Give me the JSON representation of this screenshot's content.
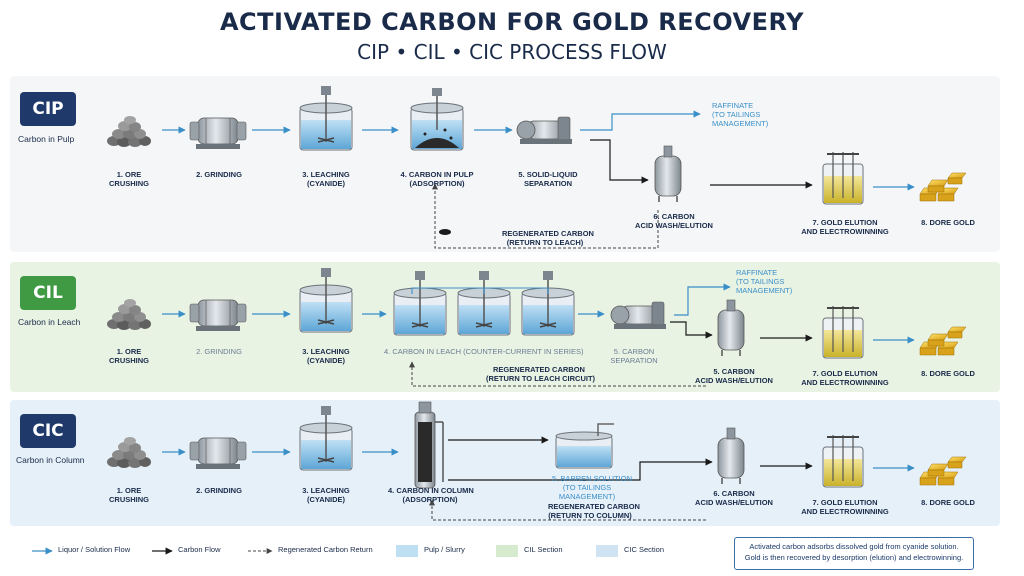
{
  "title": "ACTIVATED CARBON FOR GOLD RECOVERY",
  "subtitle": "CIP • CIL • CIC PROCESS FLOW",
  "colors": {
    "cip_panel": "#f4f6f8",
    "cil_panel": "#e9f3e4",
    "cic_panel": "#e6f0f9",
    "cip_badge": "#1f3a6a",
    "cil_badge": "#3f9a43",
    "cic_badge": "#1f3a6a",
    "liquor": "#3a8fc8",
    "carbon": "#1a1a1a",
    "regen": "#444444"
  },
  "sections": {
    "cip": {
      "badge": "CIP",
      "name": "Carbon in Pulp",
      "steps": [
        {
          "line1": "1. ORE",
          "line2": "CRUSHING"
        },
        {
          "line1": "2. GRINDING",
          "line2": ""
        },
        {
          "line1": "3. LEACHING",
          "line2": "(CYANIDE)"
        },
        {
          "line1": "4. CARBON IN PULP",
          "line2": "(ADSORPTION)"
        },
        {
          "line1": "5. SOLID-LIQUID",
          "line2": "SEPARATION"
        },
        {
          "line1": "6. CARBON",
          "line2": "ACID WASH/ELUTION"
        },
        {
          "line1": "7. GOLD ELUTION",
          "line2": "AND ELECTROWINNING"
        },
        {
          "line1": "8. DORE GOLD",
          "line2": ""
        }
      ],
      "raffinate": {
        "line1": "RAFFINATE",
        "line2": "(TO TAILINGS",
        "line3": "MANAGEMENT)"
      },
      "regen": {
        "line1": "REGENERATED CARBON",
        "line2": "(RETURN TO LEACH)"
      }
    },
    "cil": {
      "badge": "CIL",
      "name": "Carbon in Leach",
      "steps": [
        {
          "line1": "1. ORE",
          "line2": "CRUSHING"
        },
        {
          "line1": "2. GRINDING",
          "line2": ""
        },
        {
          "line1": "3. LEACHING",
          "line2": "(CYANIDE)"
        },
        {
          "line1": "4. CARBON IN LEACH (COUNTER-CURRENT IN SERIES)",
          "line2": ""
        },
        {
          "line1": "5. CARBON",
          "line2": "SEPARATION"
        },
        {
          "line1": "5. CARBON",
          "line2": "ACID WASH/ELUTION"
        },
        {
          "line1": "7. GOLD ELUTION",
          "line2": "AND ELECTROWINNING"
        },
        {
          "line1": "8. DORE GOLD",
          "line2": ""
        }
      ],
      "raffinate": {
        "line1": "RAFFINATE",
        "line2": "(TO TAILINGS",
        "line3": "MANAGEMENT)"
      },
      "regen": {
        "line1": "REGENERATED CARBON",
        "line2": "(RETURN TO LEACH CIRCUIT)"
      }
    },
    "cic": {
      "badge": "CIC",
      "name": "Carbon in Column",
      "steps": [
        {
          "line1": "1. ORE",
          "line2": "CRUSHING"
        },
        {
          "line1": "2. GRINDING",
          "line2": ""
        },
        {
          "line1": "3. LEACHING",
          "line2": "(CYANIDE)"
        },
        {
          "line1": "4. CARBON IN COLUMN",
          "line2": "(ADSORPTION)"
        },
        {
          "line1": "5. BARREN SOLUTION",
          "line2": "(TO TAILINGS",
          "line3": "MANAGEMENT)"
        },
        {
          "line1": "6. CARBON",
          "line2": "ACID WASH/ELUTION"
        },
        {
          "line1": "7. GOLD ELUTION",
          "line2": "AND ELECTROWINNING"
        },
        {
          "line1": "8. DORE GOLD",
          "line2": ""
        }
      ],
      "regen": {
        "line1": "REGENERATED CARBON",
        "line2": "(RETURN TO COLUMN)"
      }
    }
  },
  "legend": {
    "liquor": "Liquor / Solution Flow",
    "carbon": "Carbon Flow",
    "regen": "Regenerated Carbon Return",
    "pulp": "Pulp / Slurry",
    "cil": "CIL Section",
    "cic": "CIC Section"
  },
  "note": {
    "line1": "Activated carbon adsorbs dissolved gold from cyanide solution.",
    "line2": "Gold is then recovered by desorption (elution) and electrowinning."
  }
}
